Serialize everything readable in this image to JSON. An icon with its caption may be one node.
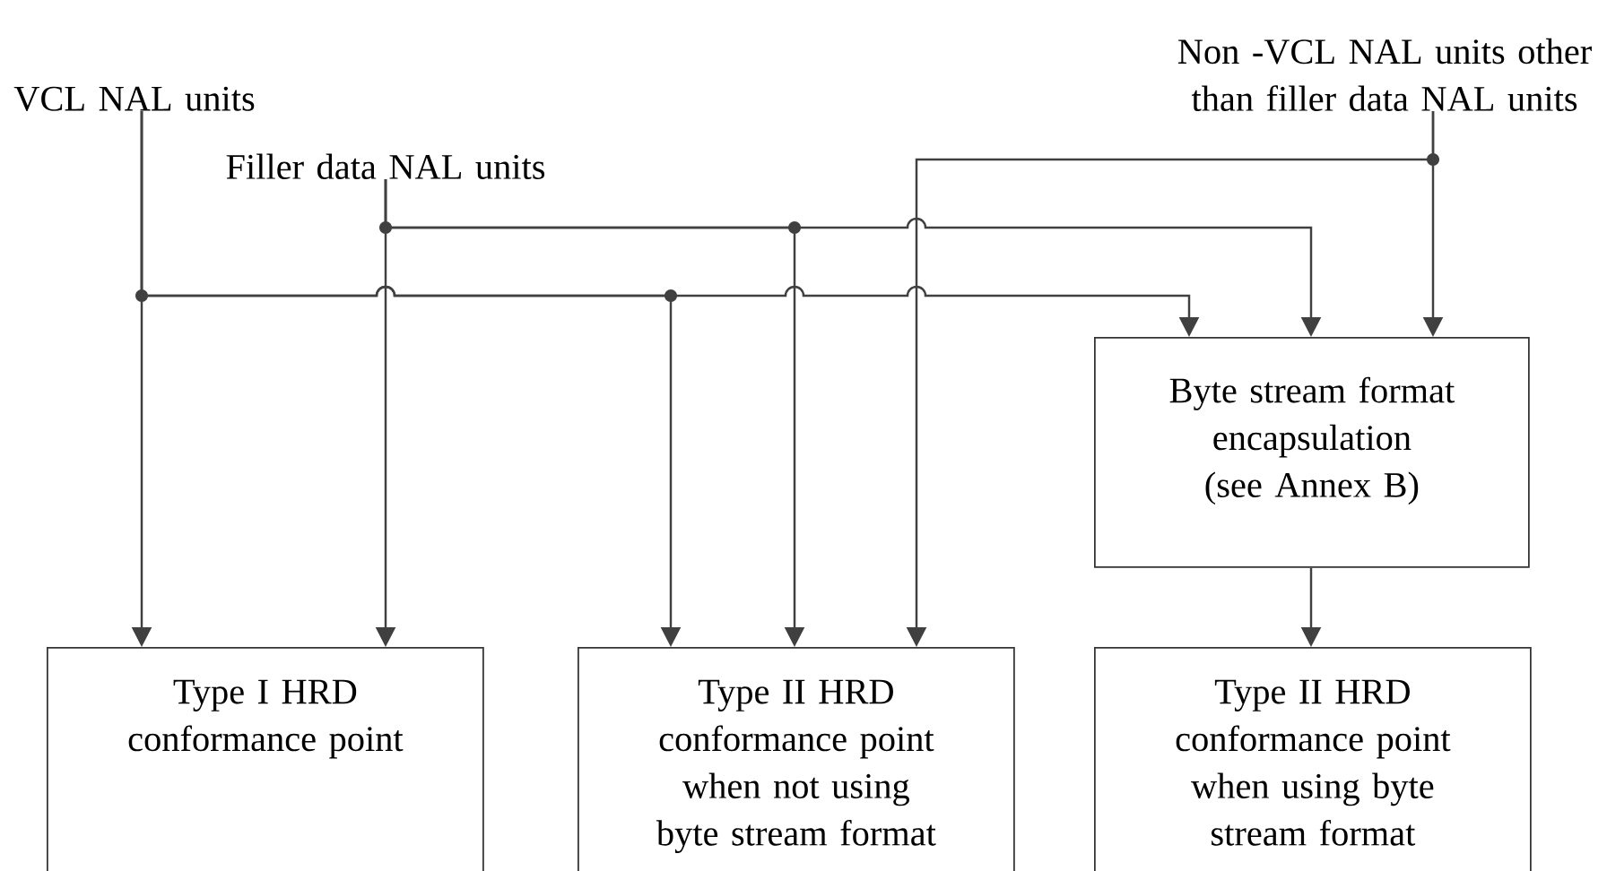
{
  "diagram": {
    "nodes": [
      {
        "text": [
          "VCL NAL units"
        ]
      },
      {
        "text": [
          "Filler data NAL units"
        ]
      },
      {
        "text": [
          "Non -VCL NAL units other than filler data NAL units"
        ]
      },
      {
        "text": [
          "Byte stream format encapsulation (see Annex B)"
        ]
      },
      {
        "text": [
          "Type I HRD conformance point"
        ]
      },
      {
        "text": [
          "Type II HRD conformance point when not using byte stream format"
        ]
      },
      {
        "text": [
          "Type II HRD conformance point when using byte stream format"
        ]
      }
    ],
    "edges": [
      {
        "from": 0,
        "to": 4,
        "arrow": "to"
      },
      {
        "from": 0,
        "to": 5,
        "arrow": "to"
      },
      {
        "from": 0,
        "to": 3,
        "arrow": "to"
      },
      {
        "from": 1,
        "to": 4,
        "arrow": "to"
      },
      {
        "from": 1,
        "to": 5,
        "arrow": "to"
      },
      {
        "from": 1,
        "to": 3,
        "arrow": "to"
      },
      {
        "from": 2,
        "to": 5,
        "arrow": "to"
      },
      {
        "from": 2,
        "to": 3,
        "arrow": "to"
      },
      {
        "from": 3,
        "to": 6,
        "arrow": "to"
      }
    ]
  }
}
